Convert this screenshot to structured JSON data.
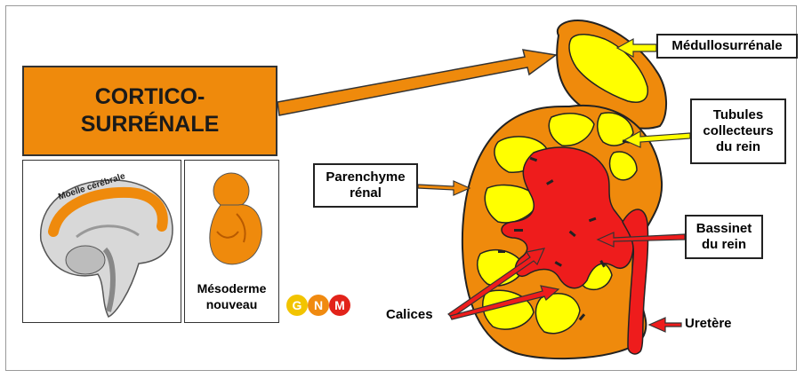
{
  "title": {
    "line1": "CORTICO-",
    "line2": "SURRÉNALE"
  },
  "labels": {
    "medullo": "Médullosurrénale",
    "tubules": [
      "Tubules",
      "collecteurs",
      "du rein"
    ],
    "parenchyme": [
      "Parenchyme",
      "rénal"
    ],
    "bassinet": [
      "Bassinet",
      "du rein"
    ],
    "calices": "Calices",
    "uretere": "Uretère",
    "moelle": "Moelle cérébrale",
    "mesoderme": [
      "Mésoderme",
      "nouveau"
    ]
  },
  "logo": {
    "letters": [
      "G",
      "N",
      "M"
    ],
    "colors": [
      "#f2c400",
      "#f08a10",
      "#e2231a"
    ]
  },
  "colors": {
    "orange": "#ef8a0c",
    "yellow": "#ffff00",
    "red": "#ee1c1c",
    "dark_red": "#c00000"
  }
}
